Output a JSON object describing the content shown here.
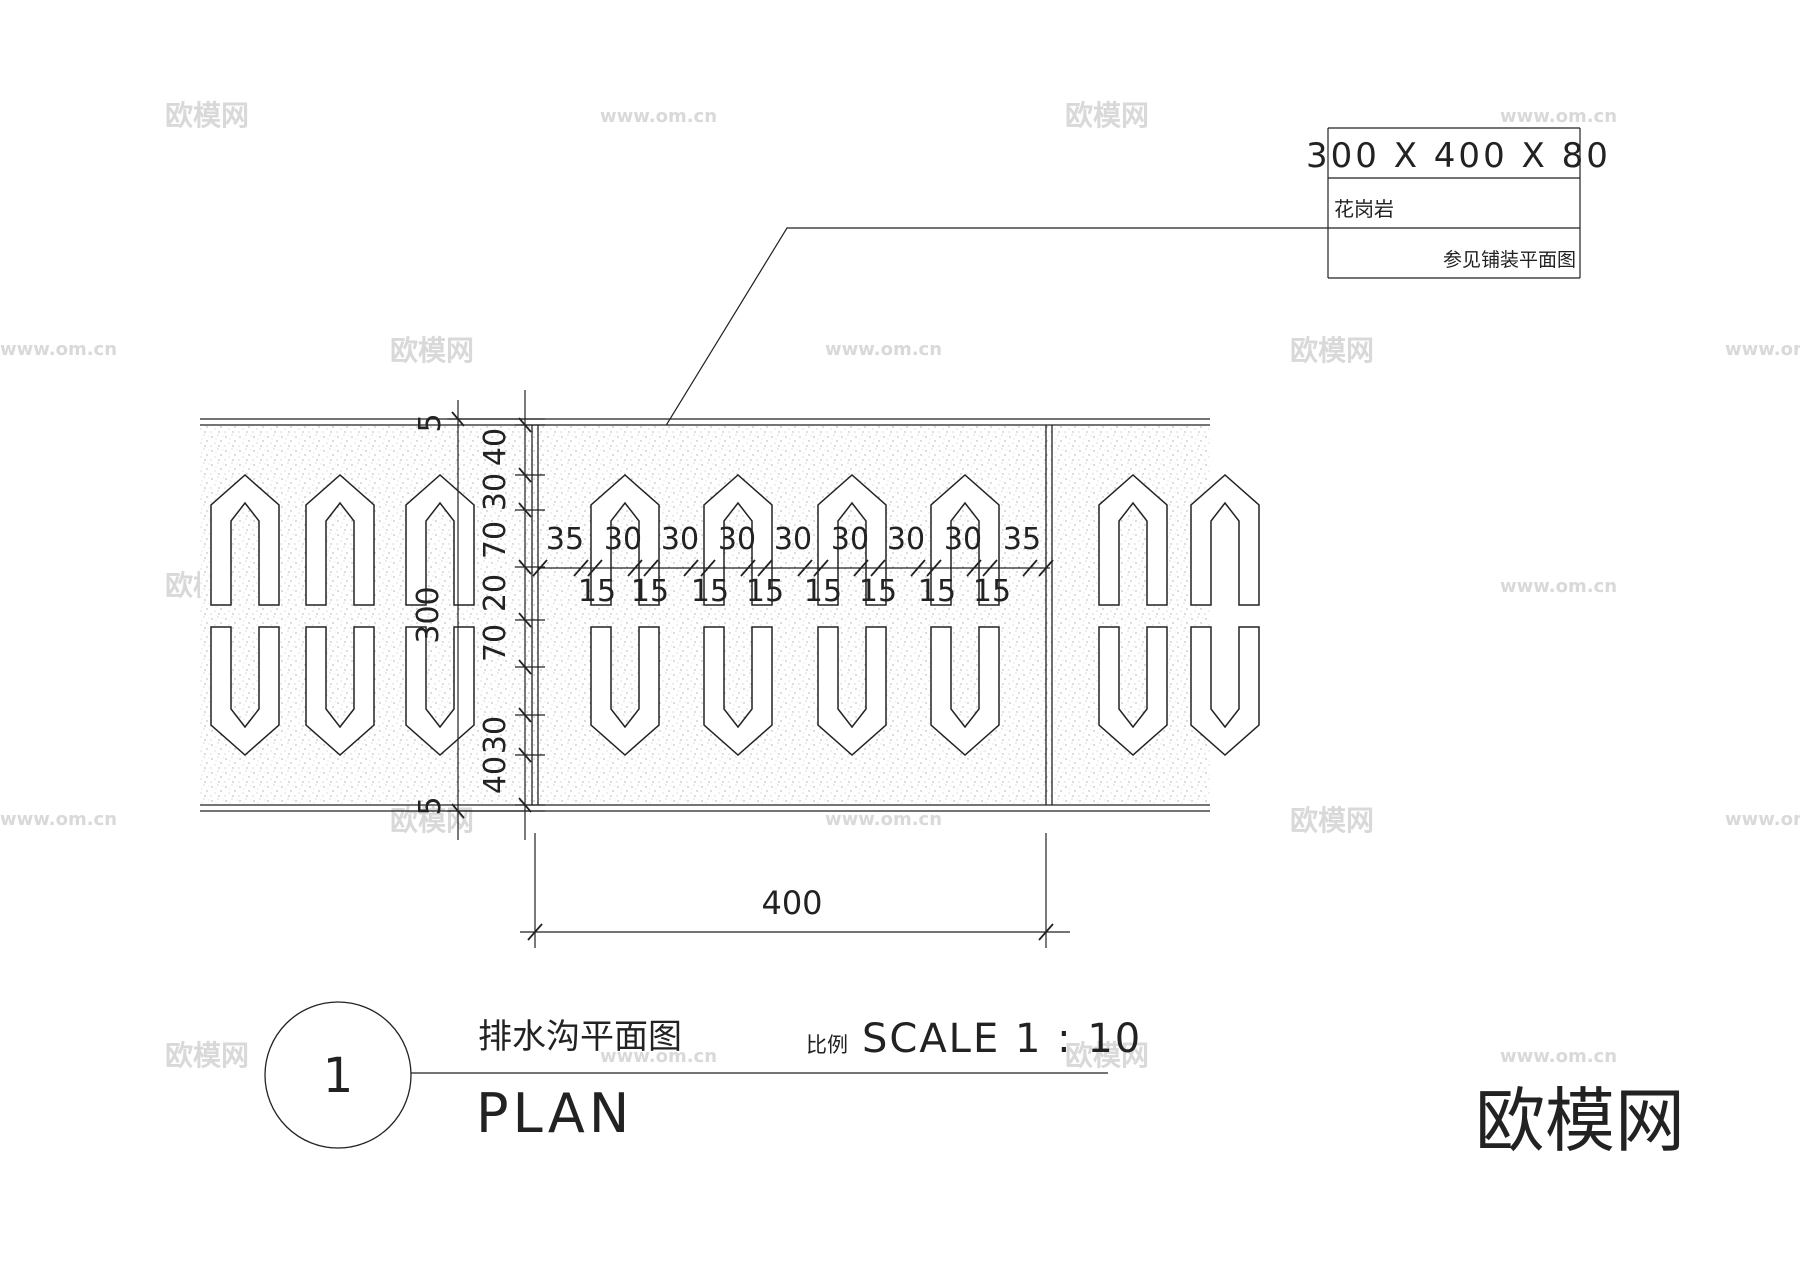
{
  "label_box": {
    "size": "300 X 400 X 80",
    "material": "花岗岩",
    "reference": "参见铺装平面图"
  },
  "dimensions": {
    "top_edge": "5",
    "top_gap": "40",
    "top_gap2": "30",
    "upper_slot": "70",
    "middle": "20",
    "lower_slot": "70",
    "bottom_gap2": "30",
    "bottom_gap": "40",
    "bottom_edge": "5",
    "overall_height": "300",
    "slot_spacing": [
      "35",
      "30",
      "30",
      "30",
      "30",
      "30",
      "30",
      "30",
      "35"
    ],
    "slot_widths": [
      "15",
      "15",
      "15",
      "15",
      "15",
      "15",
      "15",
      "15"
    ],
    "block_length": "400"
  },
  "title": {
    "number": "1",
    "cn_title": "排水沟平面图",
    "scale_cn": "比例",
    "scale": "SCALE 1 : 10",
    "en_title": "PLAN"
  },
  "watermark": {
    "logo": "欧模网",
    "url": "www.om.cn"
  }
}
